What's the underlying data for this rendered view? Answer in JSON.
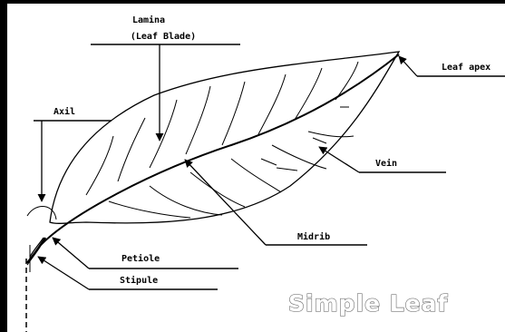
{
  "diagram": {
    "title": "Simple Leaf",
    "labels": {
      "lamina_line1": "Lamina",
      "lamina_line2": "(Leaf Blade)",
      "leaf_apex": "Leaf apex",
      "axil": "Axil",
      "vein": "Vein",
      "midrib": "Midrib",
      "petiole": "Petiole",
      "stipule": "Stipule"
    }
  }
}
